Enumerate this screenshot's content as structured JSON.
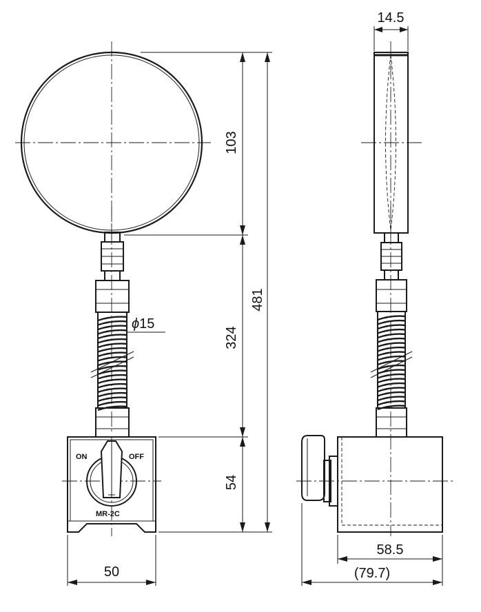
{
  "dimensions": {
    "lens_thickness": "14.5",
    "mirror_height": "103",
    "total_height": "481",
    "arm_length": "324",
    "arm_diameter": "15",
    "base_height": "54",
    "base_width": "50",
    "base_depth": "58.5",
    "overall_depth": "(79.7)"
  },
  "symbols": {
    "diameter": "ϕ"
  },
  "labels": {
    "switch_on": "ON",
    "switch_off": "OFF",
    "model": "MR-2C"
  }
}
